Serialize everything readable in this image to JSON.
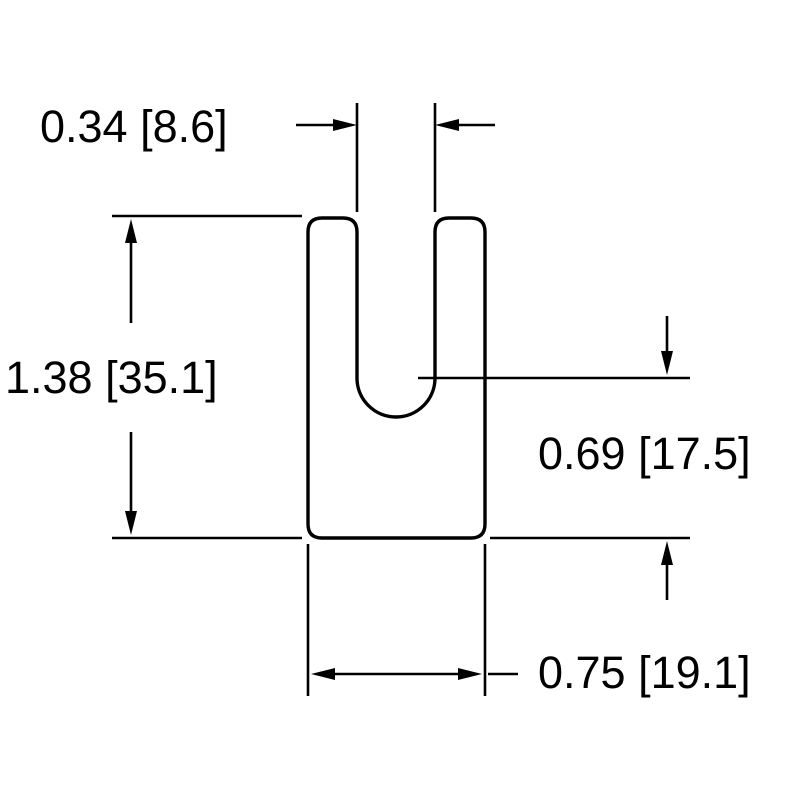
{
  "dimensions": {
    "slot_width": "0.34 [8.6]",
    "total_height": "1.38 [35.1]",
    "slot_depth": "0.69 [17.5]",
    "total_width": "0.75 [19.1]"
  },
  "colors": {
    "line": "#000000",
    "background": "#ffffff"
  }
}
